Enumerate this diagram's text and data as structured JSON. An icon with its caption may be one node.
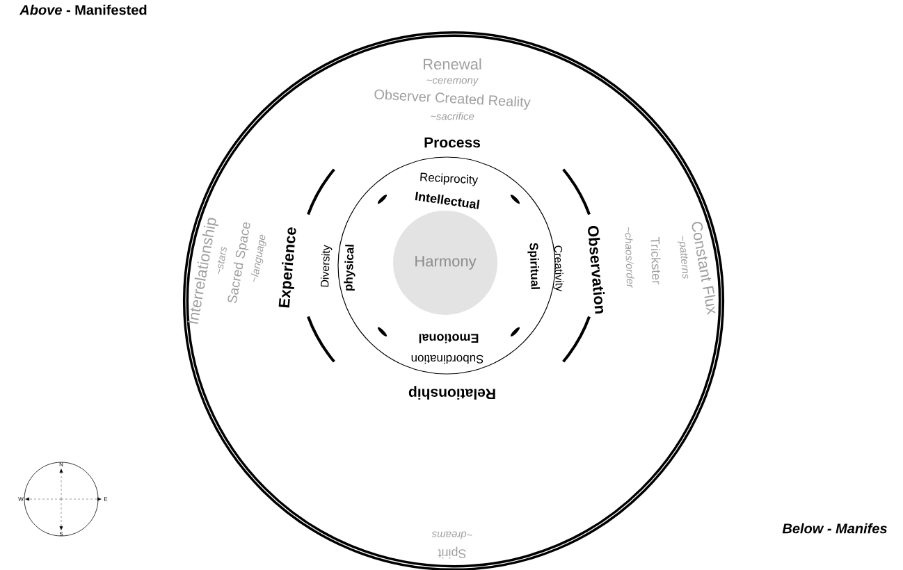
{
  "diagram": {
    "nodes": [
      {
        "text": [],
        "shape": "circle"
      },
      {
        "text": [],
        "shape": "circle",
        "in": 0
      },
      {
        "text": [
          "Harmony"
        ],
        "in": 1
      }
    ],
    "labels": [
      "*Above* - Manifested",
      "Renewal",
      "~ceremony",
      "Observer Created Reality",
      "~sacrifice",
      "Process",
      "Reciprocity",
      "Intellectual",
      "Interrelationship",
      "~stars",
      "Sacred Space",
      "~language",
      "Experience",
      "Diversity",
      "physical",
      "Spiritual",
      "Creativity",
      "Observation",
      "~chaos/order",
      "Trickster",
      "~patterns",
      "Constant Flux",
      "Emotional",
      "Subordination",
      "Relationship",
      "N",
      "W",
      "E",
      "S",
      "Spirit",
      "~dreams",
      "*Below* - Manifes"
    ]
  }
}
